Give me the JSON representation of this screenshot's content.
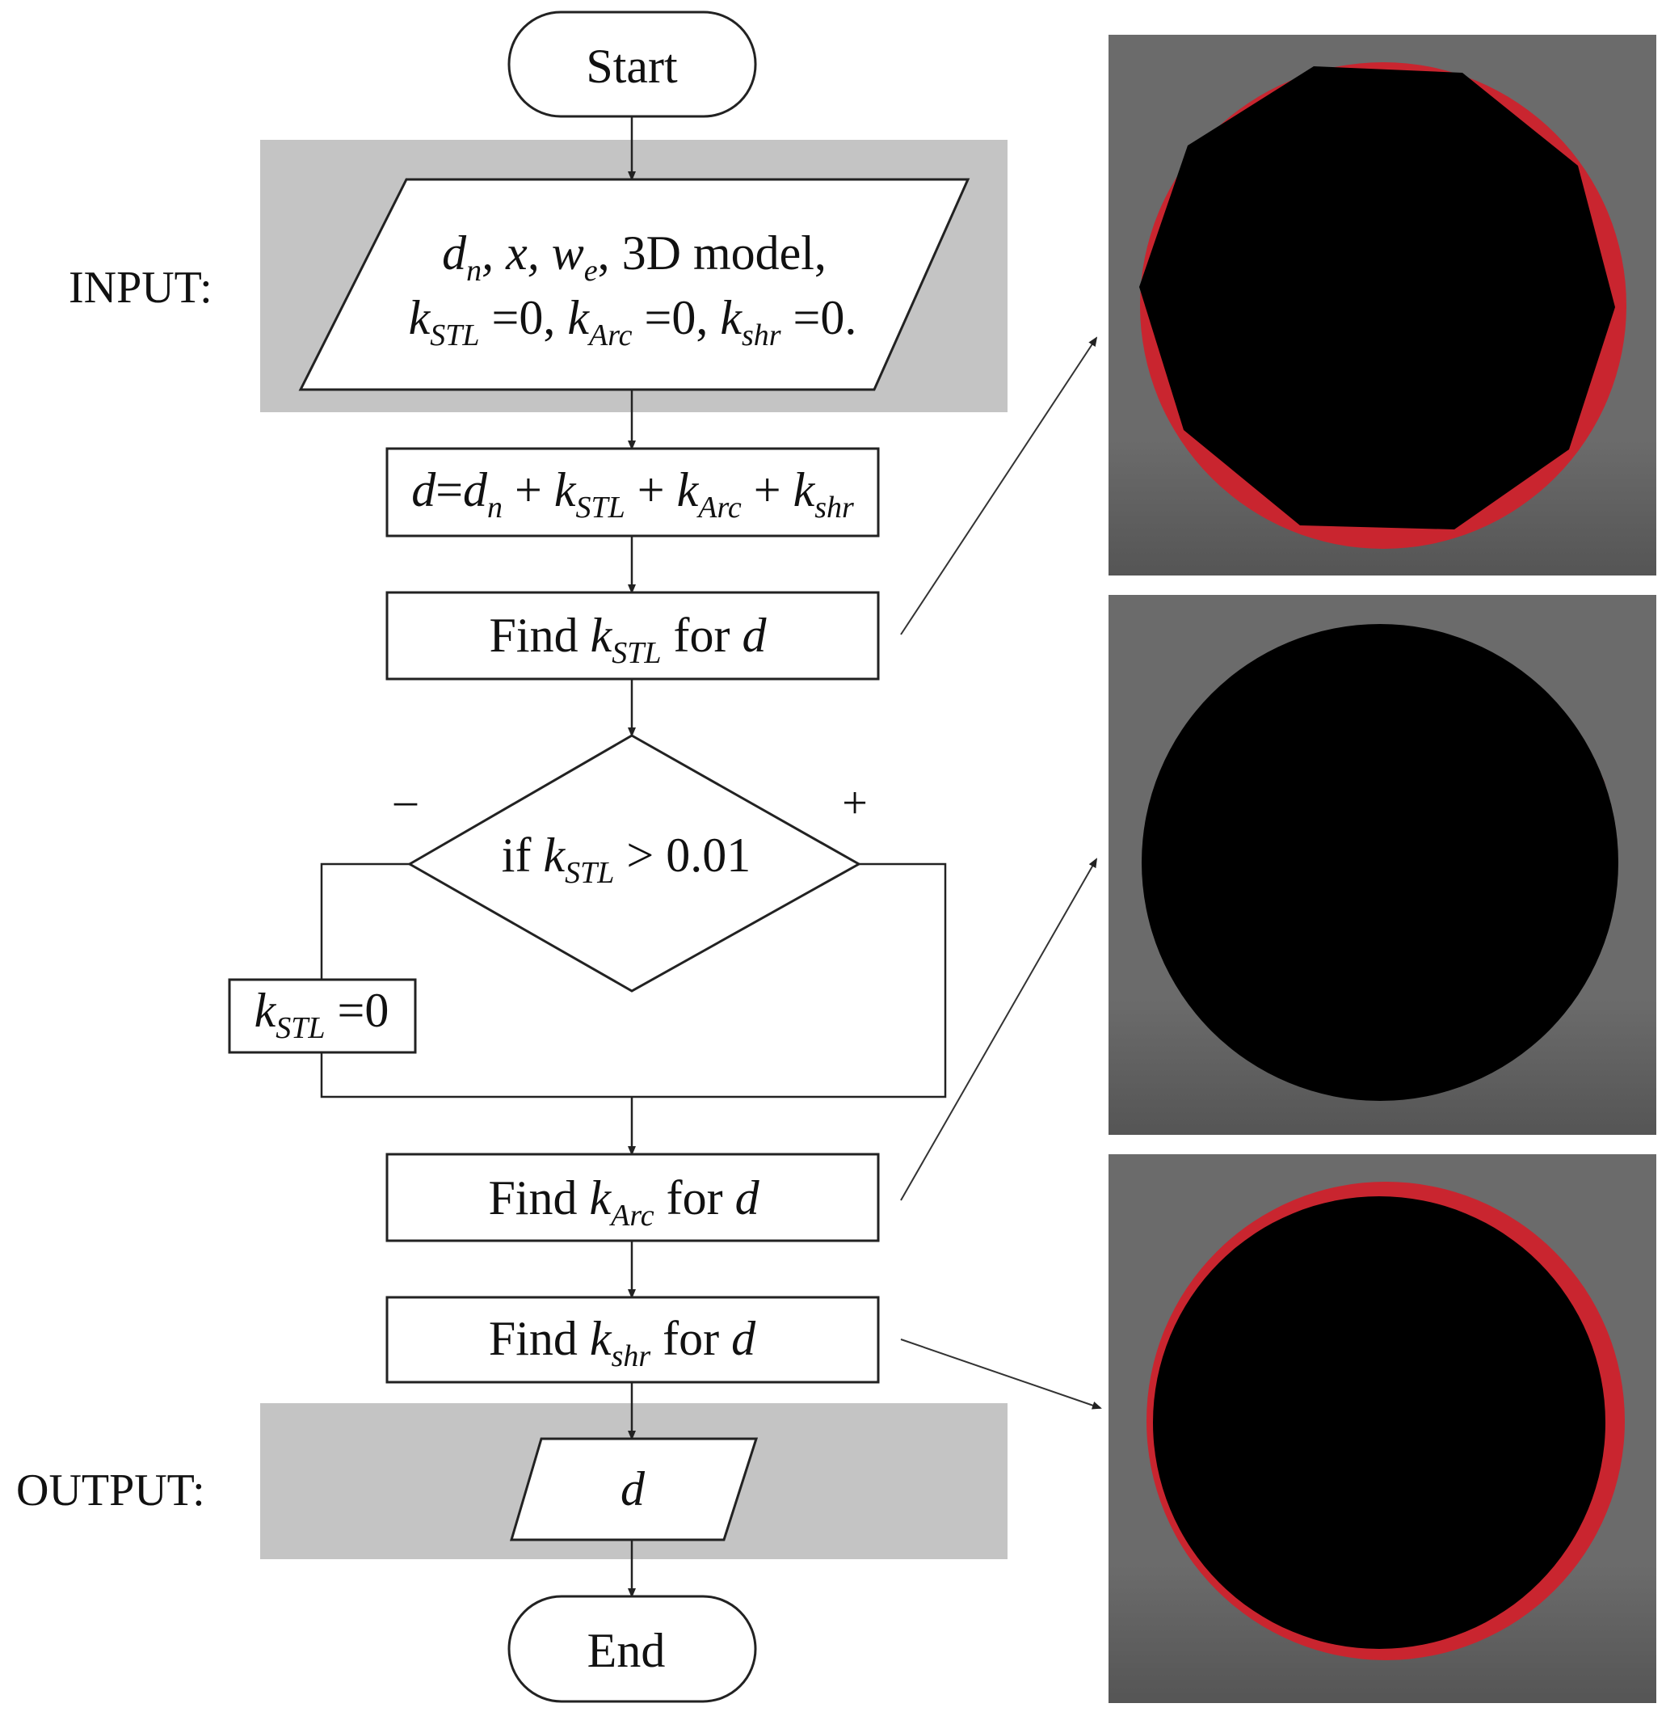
{
  "start": "Start",
  "end": "End",
  "input_label": "INPUT:",
  "output_label": "OUTPUT:",
  "input_box": {
    "line1": {
      "d": "d",
      "n": "n",
      "sep1": ", x, ",
      "w": "w",
      "e": "e",
      "rest": ", 3D model,"
    },
    "line2": {
      "k1": "k",
      "s1": "STL",
      "eq1": " =0, ",
      "k2": "k",
      "s2": "Arc",
      "eq2": " =0, ",
      "k3": "k",
      "s3": "shr",
      "eq3": " =0."
    }
  },
  "formula_box": {
    "d": "d",
    "eq": "=",
    "dn": "d",
    "n": "n",
    "plus1": " + ",
    "k1": "k",
    "s1": "STL",
    "plus2": " + ",
    "k2": "k",
    "s2": "Arc",
    "plus3": " + ",
    "k3": "k",
    "s3": "shr"
  },
  "step_stl": {
    "find": "Find ",
    "k": "k",
    "sub": "STL",
    "for": "  for ",
    "d": "d"
  },
  "decision": {
    "if": "if  ",
    "k": "k",
    "sub": "STL",
    "cond": " > 0.01"
  },
  "branch_minus": "–",
  "branch_plus": "+",
  "reset_box": {
    "k": "k",
    "sub": "STL",
    "eq": " =0"
  },
  "step_arc": {
    "find": "Find ",
    "k": "k",
    "sub": "Arc",
    "for": "  for ",
    "d": "d"
  },
  "step_shr": {
    "find": "Find ",
    "k": "k",
    "sub": "shr",
    "for": "  for ",
    "d": "d"
  },
  "output_box": "d",
  "colors": {
    "red": "#c9252f",
    "panel_gray": "#6b6b6b",
    "band_gray": "#c4c4c4"
  }
}
